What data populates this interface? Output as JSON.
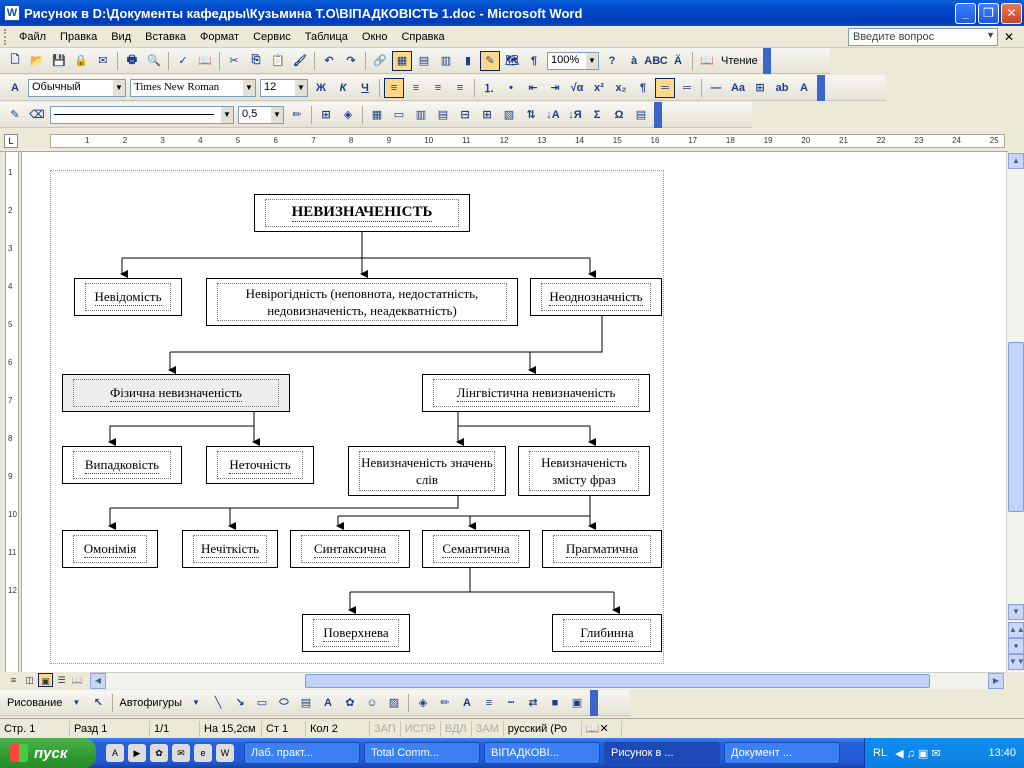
{
  "window": {
    "title": "Рисунок в D:\\Документы кафедры\\Кузьмина Т.О\\ВІПАДКОВІСТЬ 1.doc - Microsoft Word",
    "app_icon": "W"
  },
  "menu": {
    "items": [
      "Файл",
      "Правка",
      "Вид",
      "Вставка",
      "Формат",
      "Сервис",
      "Таблица",
      "Окно",
      "Справка"
    ],
    "help_placeholder": "Введите вопрос"
  },
  "toolbar_standard": {
    "zoom": "100%",
    "read_label": "Чтение"
  },
  "toolbar_format": {
    "style": "Обычный",
    "font": "Times New Roman",
    "size": "12"
  },
  "toolbar_table": {
    "line_weight": "0,5"
  },
  "ruler": {
    "h_numbers": [
      "1",
      "2",
      "3",
      "4",
      "5",
      "6",
      "7",
      "8",
      "9",
      "10",
      "11",
      "12",
      "13",
      "14",
      "15",
      "16",
      "17",
      "18",
      "19",
      "20",
      "21",
      "22",
      "23",
      "24",
      "25"
    ],
    "v_numbers": [
      "1",
      "2",
      "3",
      "4",
      "5",
      "6",
      "7",
      "8",
      "9",
      "10",
      "11",
      "12"
    ]
  },
  "diagram": {
    "root": "НЕВИЗНАЧЕНІСТЬ",
    "level1": [
      "Невідомість",
      "Невірогідність (неповнота, недостатність, недовизначеність, неадекватність)",
      "Неоднозначність"
    ],
    "level2": [
      "Фізична невизначеність",
      "Лінгвістична невизначеність"
    ],
    "level3": [
      "Випадковість",
      "Неточність",
      "Невизначеність значень слів",
      "Невизначеність змісту фраз"
    ],
    "level4": [
      "Омонімія",
      "Нечіткість",
      "Синтаксична",
      "Семантична",
      "Прагматична"
    ],
    "level5": [
      "Поверхнева",
      "Глибинна"
    ]
  },
  "drawing_toolbar": {
    "draw_label": "Рисование",
    "autoshapes_label": "Автофигуры"
  },
  "status": {
    "page": "Стр. 1",
    "section": "Разд 1",
    "pages": "1/1",
    "position": "На 15,2см",
    "line": "Ст 1",
    "column": "Кол 2",
    "rec": "ЗАП",
    "trk": "ИСПР",
    "ext": "ВДЛ",
    "ovr": "ЗАМ",
    "language": "русский (Ро"
  },
  "taskbar": {
    "start_label": "пуск",
    "tasks": [
      "Лаб. практ...",
      "Total Comm...",
      "ВІПАДКОВІ...",
      "Рисунок в ...",
      "Документ ..."
    ],
    "active_task_index": 3,
    "lang": "RL",
    "clock": "13:40"
  }
}
